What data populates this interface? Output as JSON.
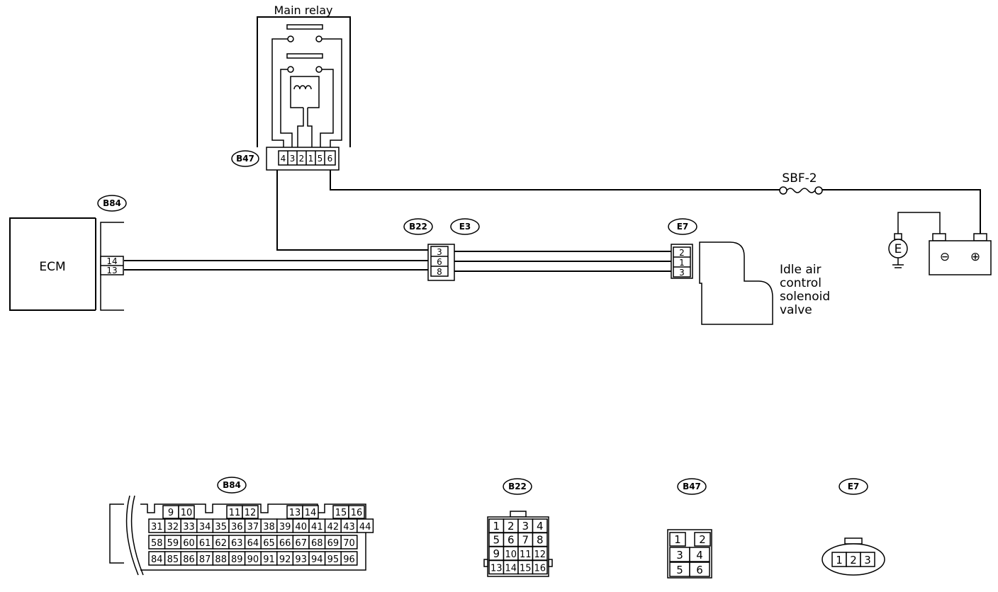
{
  "relay": {
    "title": "Main relay",
    "connector": "B47",
    "pins": [
      "4",
      "3",
      "2",
      "1",
      "5",
      "6"
    ]
  },
  "fuse": {
    "label": "SBF-2"
  },
  "ecm": {
    "label": "ECM",
    "connector": "B84",
    "pins": [
      "14",
      "13"
    ]
  },
  "joint": {
    "left": "B22",
    "right": "E3",
    "pins": [
      "3",
      "6",
      "8"
    ]
  },
  "valve": {
    "connector": "E7",
    "pins": [
      "2",
      "1",
      "3"
    ],
    "lines": [
      "Idle air",
      "control",
      "solenoid",
      "valve"
    ]
  },
  "ground": {
    "label": "E"
  },
  "battery": {
    "minus": "⊖",
    "plus": "⊕"
  },
  "views": {
    "b84": {
      "label": "B84",
      "rows": [
        [
          "9",
          "10",
          "11",
          "12",
          "13",
          "14",
          "15",
          "16"
        ],
        [
          "31",
          "32",
          "33",
          "34",
          "35",
          "36",
          "37",
          "38",
          "39",
          "40",
          "41",
          "42",
          "43",
          "44"
        ],
        [
          "58",
          "59",
          "60",
          "61",
          "62",
          "63",
          "64",
          "65",
          "66",
          "67",
          "68",
          "69",
          "70"
        ],
        [
          "84",
          "85",
          "86",
          "87",
          "88",
          "89",
          "90",
          "91",
          "92",
          "93",
          "94",
          "95",
          "96"
        ]
      ]
    },
    "b22": {
      "label": "B22",
      "rows": [
        [
          "1",
          "2",
          "3",
          "4"
        ],
        [
          "5",
          "6",
          "7",
          "8"
        ],
        [
          "9",
          "10",
          "11",
          "12"
        ],
        [
          "13",
          "14",
          "15",
          "16"
        ]
      ]
    },
    "b47": {
      "label": "B47",
      "rows": [
        [
          "1",
          "2"
        ],
        [
          "3",
          "4"
        ],
        [
          "5",
          "6"
        ]
      ]
    },
    "e7": {
      "label": "E7",
      "pins": [
        "1",
        "2",
        "3"
      ]
    }
  }
}
